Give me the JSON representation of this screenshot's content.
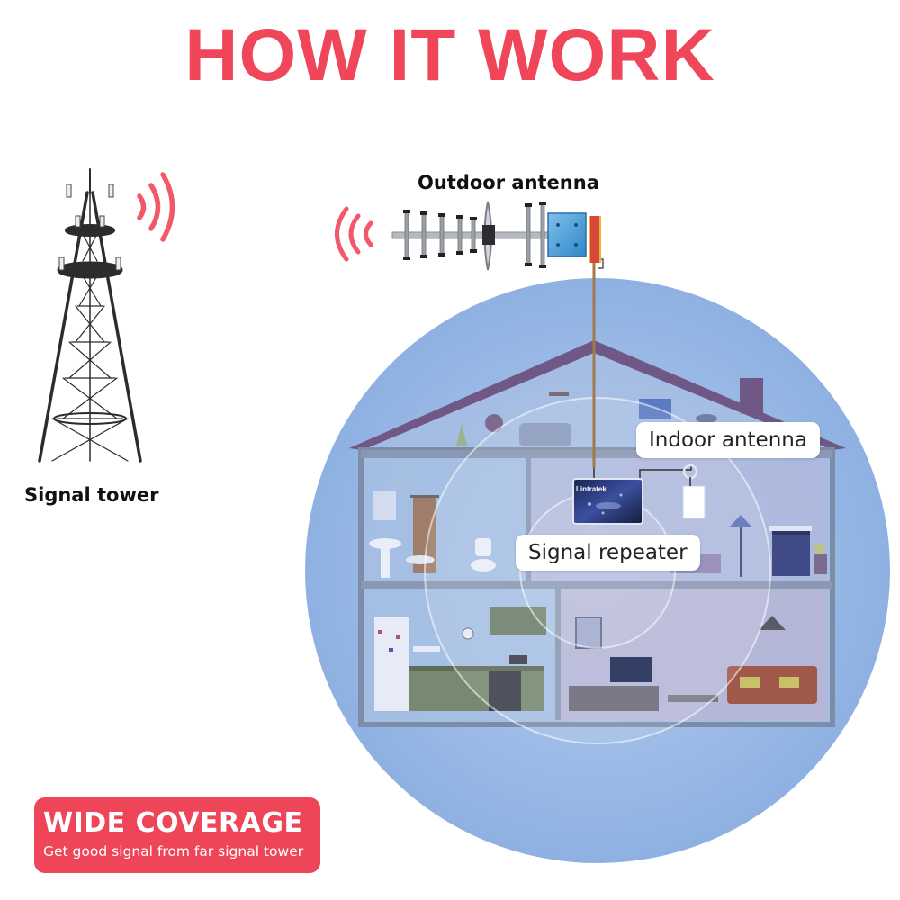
{
  "title": "HOW IT WORK",
  "labels": {
    "outdoor_antenna": "Outdoor antenna",
    "signal_tower": "Signal tower",
    "indoor_antenna": "Indoor antenna",
    "signal_repeater": "Signal repeater",
    "brand": "Lintratek"
  },
  "badge": {
    "title": "WIDE COVERAGE",
    "subtitle": "Get good signal from far signal tower"
  },
  "colors": {
    "title": "#f0465a",
    "badge": "#ee4559",
    "signal_waves": "#f0465a",
    "coverage": "#8fb3e3",
    "roof": "#7a5d8e"
  },
  "icons": [
    "signal-tower-icon",
    "signal-wave-icon",
    "yagi-antenna-icon",
    "panel-antenna-icon",
    "house-icon",
    "repeater-icon",
    "ceiling-antenna-icon"
  ]
}
